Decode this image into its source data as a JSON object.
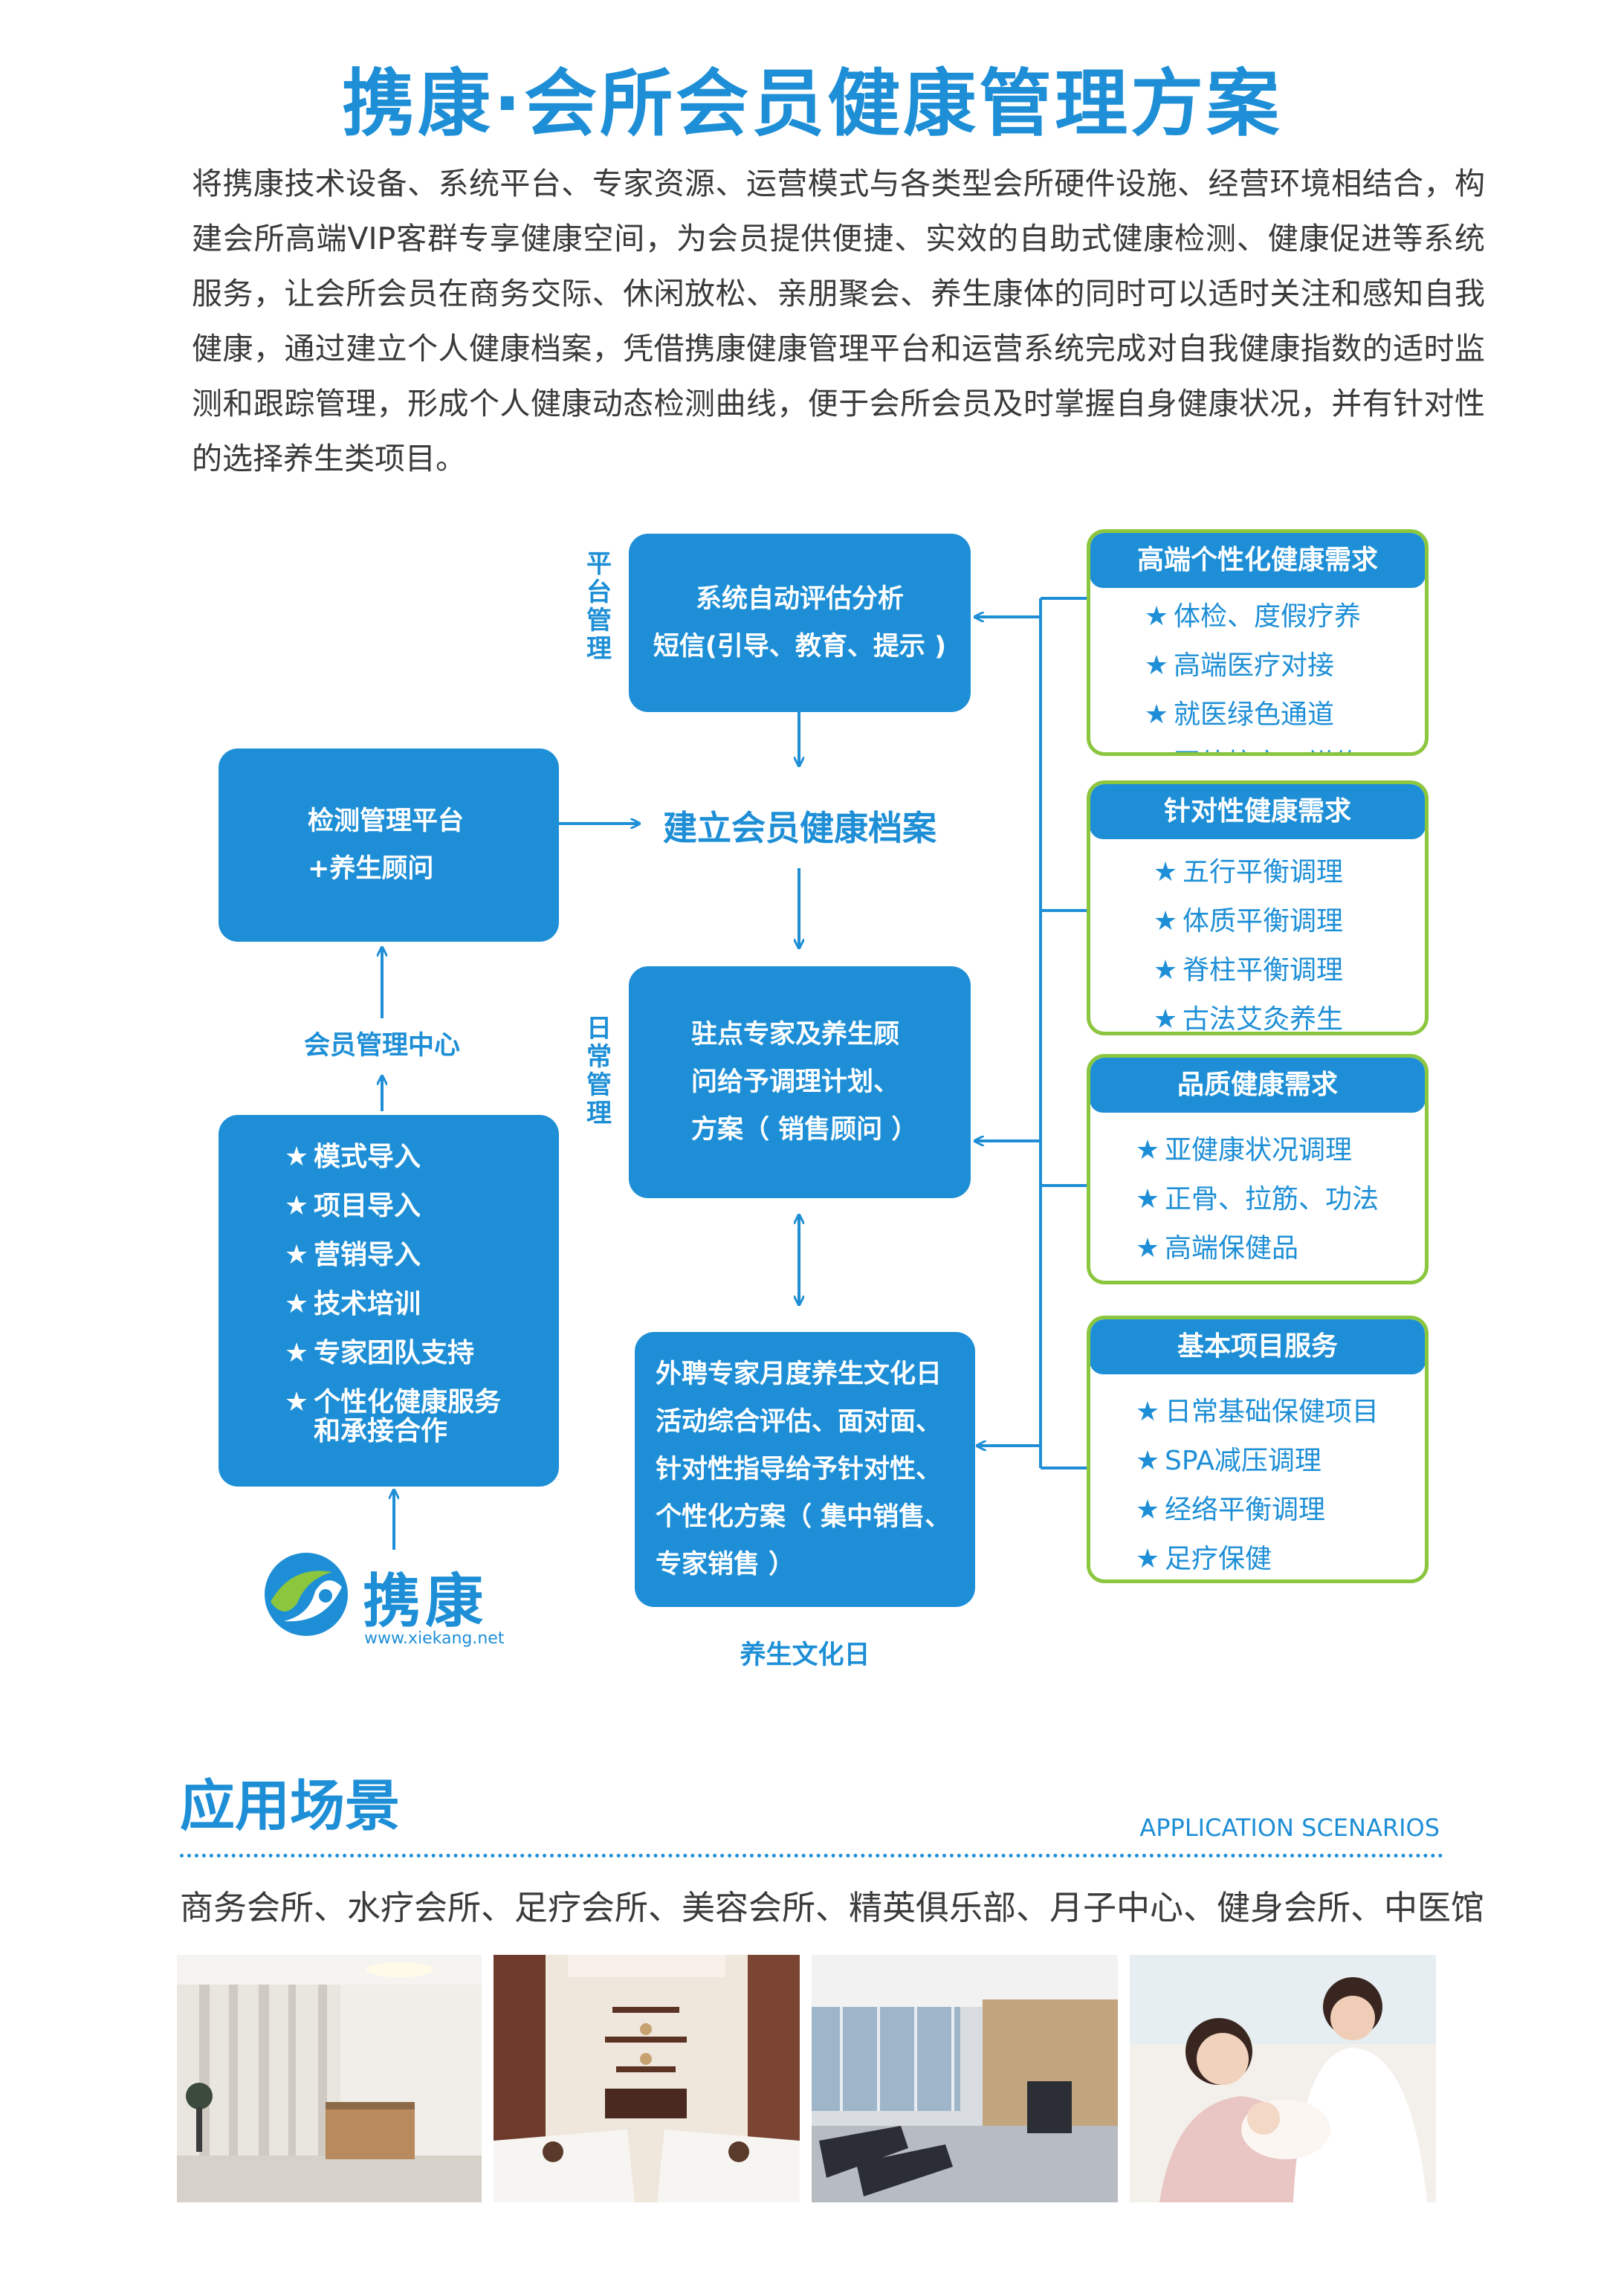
{
  "title": "携康·会所会员健康管理方案",
  "intro": "将携康技术设备、系统平台、专家资源、运营模式与各类型会所硬件设施、经营环境相结合，构建会所高端VIP客群专享健康空间，为会员提供便捷、实效的自助式健康检测、健康促进等系统服务，让会所会员在商务交际、休闲放松、亲朋聚会、养生康体的同时可以适时关注和感知自我健康，通过建立个人健康档案，凭借携康健康管理平台和运营系统完成对自我健康指数的适时监测和跟踪管理，形成个人健康动态检测曲线，便于会所会员及时掌握自身健康状况，并有针对性的选择养生类项目。",
  "diagram": {
    "label_platform": "平台管理",
    "label_daily": "日常管理",
    "box_platform": {
      "line1": "系统自动评估分析",
      "line2": "短信(引导、教育、提示 )"
    },
    "center_title": "建立会员健康档案",
    "box_detect": {
      "line1": "检测管理平台",
      "line2": "+养生顾问"
    },
    "member_center": "会员管理中心",
    "box_expert": {
      "line1": "驻点专家及养生顾",
      "line2": "问给予调理计划、",
      "line3": "方案（ 销售顾问 ）"
    },
    "box_culture": {
      "line1": "外聘专家月度养生文化日",
      "line2": "活动综合评估、面对面、",
      "line3": "针对性指导给予针对性、",
      "line4": "个性化方案（ 集中销售、",
      "line5": "专家销售 ）"
    },
    "culture_label": "养生文化日",
    "left_list": [
      "模式导入",
      "项目导入",
      "营销导入",
      "技术培训",
      "专家团队支持",
      "个性化健康服务",
      "和承接合作"
    ],
    "green_boxes": [
      {
        "title": "高端个性化健康需求",
        "items": [
          "体检、度假疗养",
          "高端医疗对接",
          "就医绿色通道",
          "国外抗衰、禅修"
        ]
      },
      {
        "title": "针对性健康需求",
        "items": [
          "五行平衡调理",
          "体质平衡调理",
          "脊柱平衡调理",
          "古法艾灸养生"
        ]
      },
      {
        "title": "品质健康需求",
        "items": [
          "亚健康状况调理",
          "正骨、拉筋、功法",
          "高端保健品"
        ]
      },
      {
        "title": "基本项目服务",
        "items": [
          "日常基础保健项目",
          "SPA减压调理",
          "经络平衡调理",
          "足疗保健"
        ]
      }
    ],
    "star_glyph": "★"
  },
  "logo": {
    "name": "携康",
    "url": "www.xiekang.net",
    "icon": "xiekang-logo-icon"
  },
  "section": {
    "title": "应用场景",
    "subtitle": "APPLICATION SCENARIOS",
    "scenes": "商务会所、水疗会所、足疗会所、美容会所、精英俱乐部、月子中心、健身会所、中医馆"
  },
  "colors": {
    "blue": "#1e8fd6",
    "green": "#8cc63f"
  }
}
